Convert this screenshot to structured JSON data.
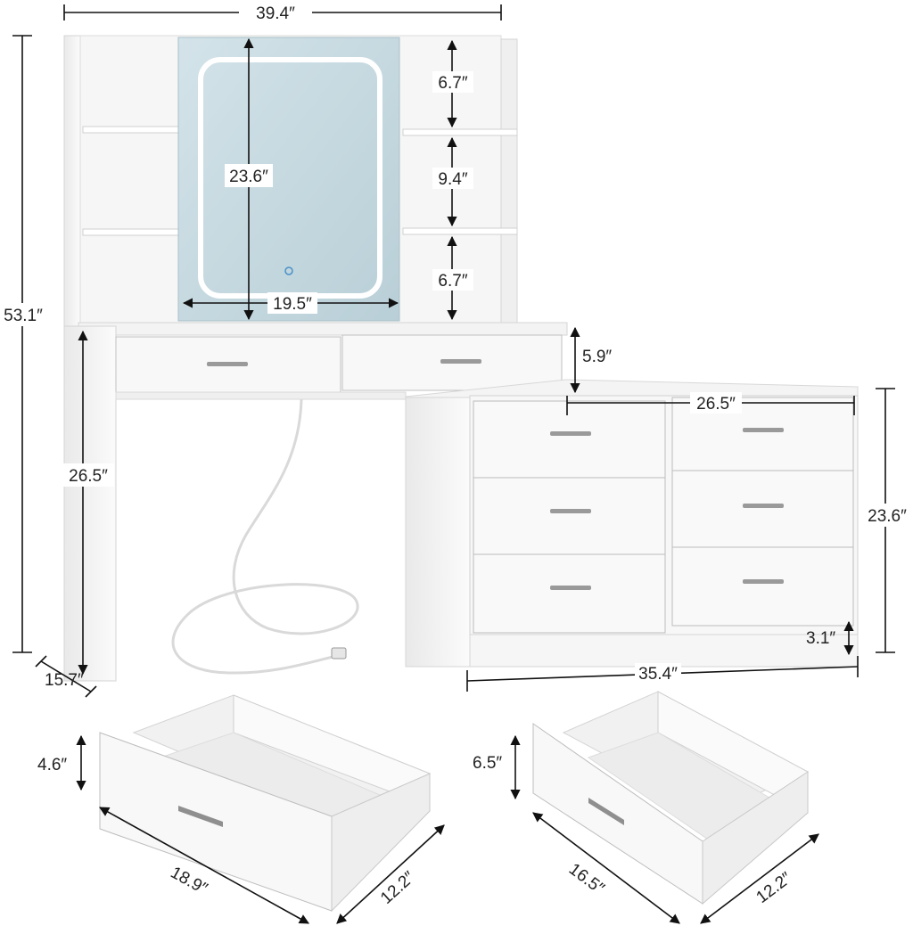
{
  "dimensions": {
    "total_width": "39.4″",
    "total_height": "53.1″",
    "mirror_height": "23.6″",
    "mirror_width": "19.5″",
    "shelf_top": "6.7″",
    "shelf_middle": "9.4″",
    "shelf_bottom": "6.7″",
    "drawer_front_height": "5.9″",
    "desk_leg_height": "26.5″",
    "depth": "15.7″",
    "cabinet_inner_width": "26.5″",
    "cabinet_height": "23.6″",
    "cabinet_base": "3.1″",
    "cabinet_width": "35.4″",
    "small_drawer_height": "4.6″",
    "small_drawer_length": "18.9″",
    "small_drawer_depth": "12.2″",
    "large_drawer_height": "6.5″",
    "large_drawer_length": "16.5″",
    "large_drawer_depth": "12.2″"
  },
  "colors": {
    "furniture_white": "#f7f7f7",
    "furniture_edge": "#cfcfcf",
    "mirror_glass": "#c8dbe2",
    "mirror_light": "#ffffff",
    "dimension_line": "#111111"
  }
}
